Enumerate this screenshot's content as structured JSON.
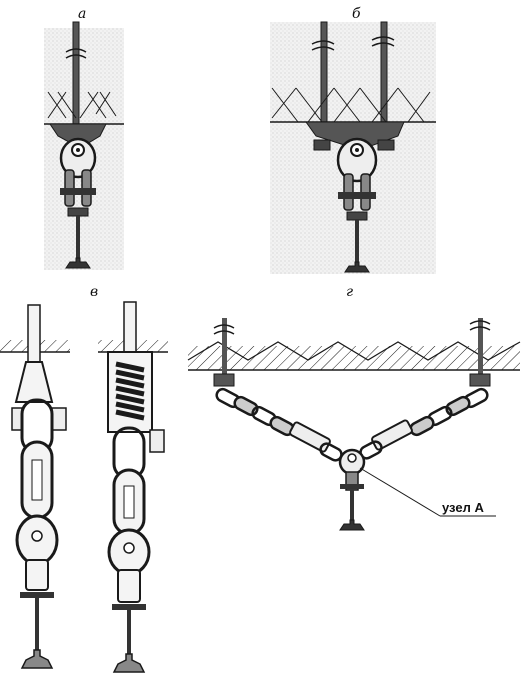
{
  "figure": {
    "panels": [
      {
        "id": "a",
        "label": "а"
      },
      {
        "id": "b",
        "label": "б"
      },
      {
        "id": "v",
        "label": "в"
      },
      {
        "id": "g",
        "label": "г"
      }
    ],
    "callout": {
      "text": "узел А"
    }
  },
  "colors": {
    "ink": "#1a1a1a",
    "paper": "#ffffff",
    "shade": "#d8d8d8",
    "dark": "#3a3a3a"
  }
}
